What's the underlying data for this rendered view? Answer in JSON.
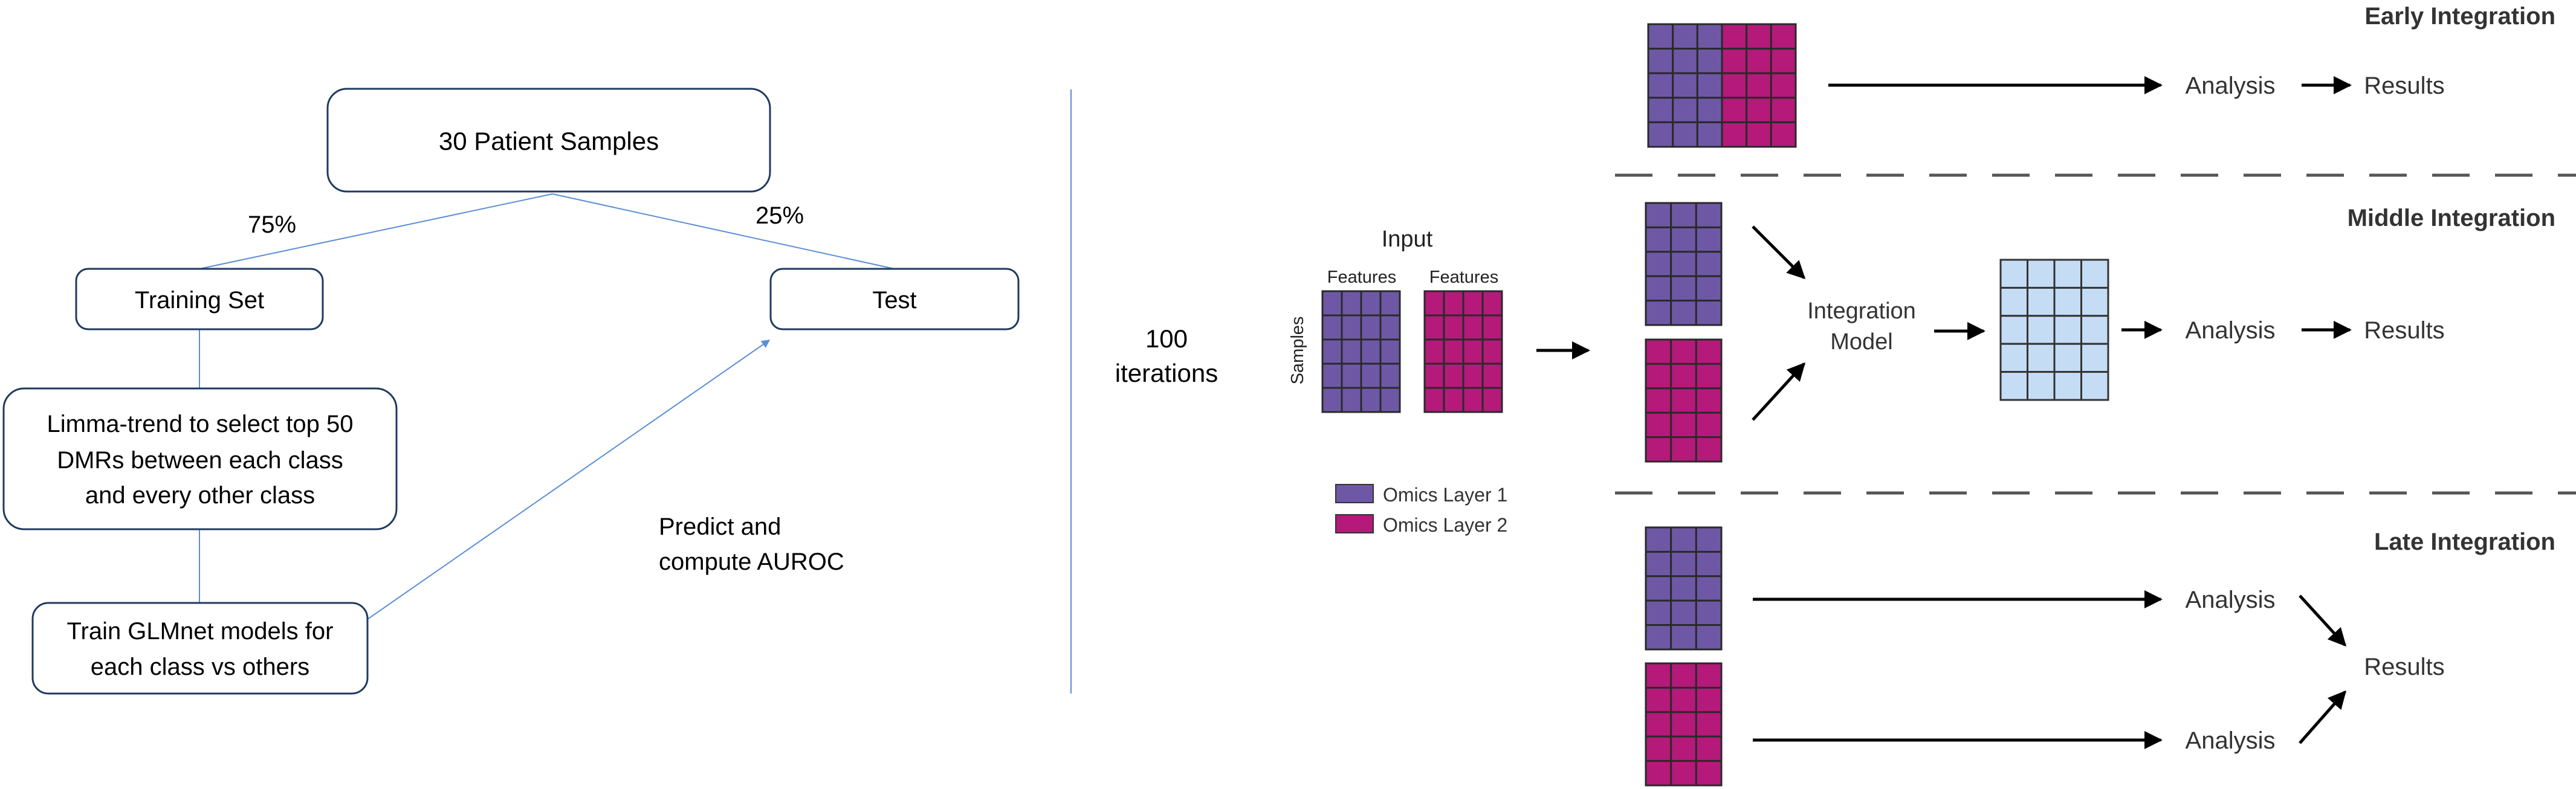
{
  "left_flow": {
    "patients_label": "30 Patient Samples",
    "split_train_pct": "75%",
    "split_test_pct": "25%",
    "training_label": "Training Set",
    "test_label": "Test",
    "limma_lines": [
      "Limma-trend to select top 50",
      "DMRs between each class",
      "and every other class"
    ],
    "glmnet_lines": [
      "Train GLMnet models for",
      "each class vs others"
    ],
    "predict_lines": [
      "Predict and",
      "compute AUROC"
    ],
    "iterations_lines": [
      "100",
      "iterations"
    ]
  },
  "right_diagram": {
    "early_title": "Early Integration",
    "middle_title": "Middle Integration",
    "late_title": "Late Integration",
    "input_label": "Input",
    "features_label_1": "Features",
    "features_label_2": "Features",
    "samples_label": "Samples",
    "integration_model_lines": [
      "Integration",
      "Model"
    ],
    "analysis_label": "Analysis",
    "results_label": "Results",
    "legend": [
      {
        "label": "Omics Layer 1",
        "color": "#6e58a6"
      },
      {
        "label": "Omics Layer 2",
        "color": "#b5197a"
      }
    ],
    "colors": {
      "layer1": "#6e58a6",
      "layer2": "#b5197a",
      "integrated": "#c5dcf5",
      "flow_border": "#1f3a5f",
      "flow_line": "#5b8ed6"
    }
  }
}
